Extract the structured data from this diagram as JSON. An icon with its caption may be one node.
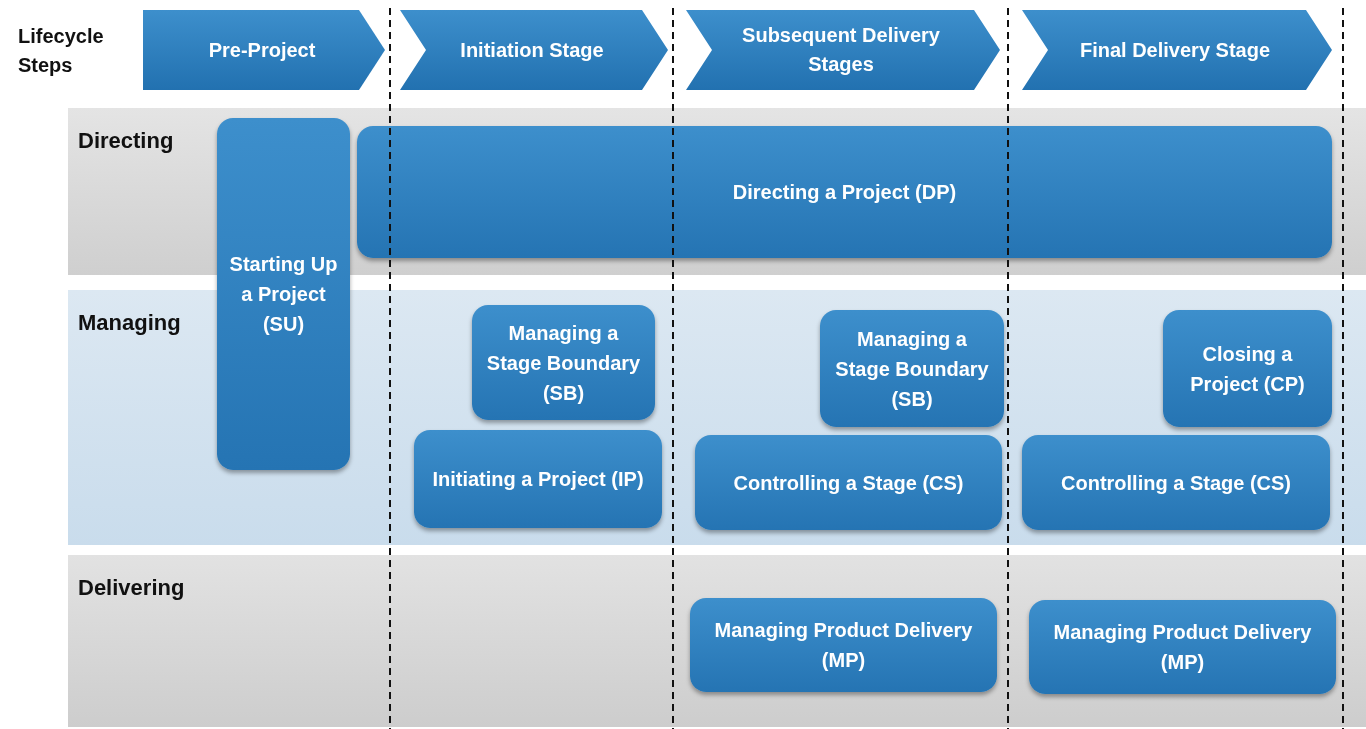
{
  "diagram": {
    "nodes": [
      {
        "text": [
          "Pre-Project"
        ]
      },
      {
        "text": [
          "Initiation Stage"
        ]
      },
      {
        "text": [
          "Subsequent Delivery Stages"
        ]
      },
      {
        "text": [
          "Final Delivery Stage"
        ]
      },
      {
        "text": [
          "Directing"
        ]
      },
      {
        "text": [
          "Managing"
        ]
      },
      {
        "text": [
          "Delivering"
        ]
      },
      {
        "text": [
          "Starting Up a Project (SU)"
        ]
      },
      {
        "text": [
          "Directing a Project (DP)"
        ],
        "in": 4
      },
      {
        "text": [
          "Managing a Stage Boundary (SB)"
        ],
        "in": 5
      },
      {
        "text": [
          "Initiating a Project (IP)"
        ],
        "in": 5
      },
      {
        "text": [
          "Managing a Stage Boundary (SB)"
        ],
        "in": 5
      },
      {
        "text": [
          "Closing a Project (CP)"
        ],
        "in": 5
      },
      {
        "text": [
          "Controlling a Stage (CS)"
        ],
        "in": 5
      },
      {
        "text": [
          "Controlling a Stage (CS)"
        ],
        "in": 5
      },
      {
        "text": [
          "Managing Product Delivery (MP)"
        ],
        "in": 6
      },
      {
        "text": [
          "Managing Product Delivery (MP)"
        ],
        "in": 6
      }
    ],
    "labels": [
      "Lifecycle Steps"
    ]
  }
}
